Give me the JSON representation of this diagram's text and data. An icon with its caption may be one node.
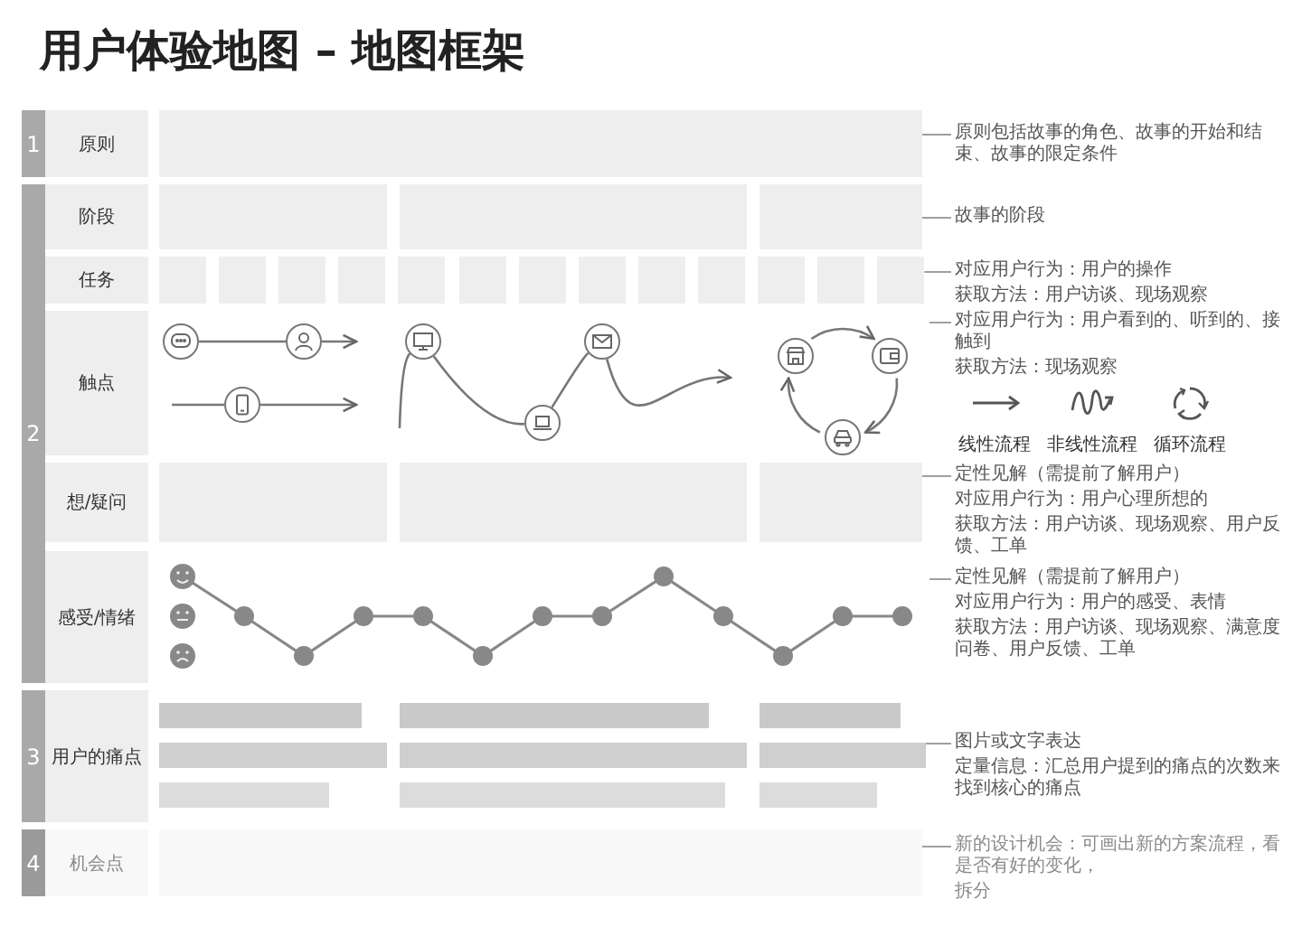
{
  "diagram": {
    "title": "用户体验地图 – 地图框架",
    "nodes": [
      {
        "text": [
          "1"
        ]
      },
      {
        "text": [
          "原则"
        ]
      },
      {
        "text": [
          "原则包括故事的角色、故事的开始和结束、故事的限定条件"
        ]
      },
      {
        "text": [
          "2"
        ]
      },
      {
        "text": [
          "阶段"
        ]
      },
      {
        "text": [
          "故事的阶段"
        ]
      },
      {
        "text": [
          "任务"
        ]
      },
      {
        "text": [
          "对应用户行为：用户的操作",
          "获取方法：用户访谈、现场观察"
        ]
      },
      {
        "text": [
          "触点"
        ]
      },
      {
        "text": [],
        "shape": "circle"
      },
      {
        "text": [],
        "shape": "circle"
      },
      {
        "text": [],
        "shape": "circle"
      },
      {
        "text": [],
        "shape": "circle"
      },
      {
        "text": [],
        "shape": "circle"
      },
      {
        "text": [],
        "shape": "circle"
      },
      {
        "text": [],
        "shape": "circle"
      },
      {
        "text": [],
        "shape": "circle"
      },
      {
        "text": [],
        "shape": "circle"
      },
      {
        "text": [
          "对应用户行为：用户看到的、听到的、接触到",
          "获取方法：现场观察"
        ]
      },
      {
        "text": [
          "想/疑问"
        ]
      },
      {
        "text": [
          "定性见解（需提前了解用户）",
          "对应用户行为：用户心理所想的",
          "获取方法：用户访谈、现场观察、用户反馈、工单"
        ]
      },
      {
        "text": [
          "感受/情绪"
        ]
      },
      {
        "text": [
          "定性见解（需提前了解用户）",
          "对应用户行为：用户的感受、表情",
          "获取方法：用户访谈、现场观察、满意度问卷、用户反馈、工单"
        ]
      },
      {
        "text": [
          "3"
        ]
      },
      {
        "text": [
          "用户的痛点"
        ]
      },
      {
        "text": [
          "图片或文字表达",
          "定量信息：汇总用户提到的痛点的次数来找到核心的痛点"
        ]
      },
      {
        "text": [
          "4"
        ]
      },
      {
        "text": [
          "机会点"
        ]
      },
      {
        "text": [
          "新的设计机会：可画出新的方案流程，看是否有好的变化，",
          "拆分"
        ]
      },
      {
        "text": [],
        "shape": "box"
      },
      {
        "text": [],
        "shape": "box"
      },
      {
        "text": [],
        "shape": "box"
      },
      {
        "text": [],
        "shape": "box"
      },
      {
        "text": [],
        "shape": "box"
      },
      {
        "text": [],
        "shape": "box"
      },
      {
        "text": [],
        "shape": "box"
      },
      {
        "text": [],
        "shape": "box"
      },
      {
        "text": [],
        "shape": "box"
      },
      {
        "text": [],
        "shape": "box"
      },
      {
        "text": [],
        "shape": "box"
      },
      {
        "text": [],
        "shape": "box"
      },
      {
        "text": [],
        "shape": "box"
      },
      {
        "text": [],
        "shape": "box"
      },
      {
        "text": [],
        "shape": "box"
      },
      {
        "text": [],
        "shape": "box"
      },
      {
        "text": [],
        "shape": "box"
      },
      {
        "text": [],
        "shape": "box"
      },
      {
        "text": [],
        "shape": "box"
      },
      {
        "text": [],
        "shape": "box"
      },
      {
        "text": [],
        "shape": "box"
      },
      {
        "text": [],
        "shape": "box"
      },
      {
        "text": [],
        "shape": "box"
      },
      {
        "text": [],
        "shape": "box"
      },
      {
        "text": [],
        "shape": "box"
      },
      {
        "text": [],
        "shape": "box"
      },
      {
        "text": [],
        "shape": "box"
      },
      {
        "text": [],
        "shape": "box"
      },
      {
        "text": [],
        "shape": "box"
      },
      {
        "text": [],
        "shape": "box"
      }
    ],
    "edges": [
      {
        "from": 9,
        "to": 10,
        "arrow": "none"
      },
      {
        "from": 10,
        "to": null,
        "arrow": "to"
      },
      {
        "from": null,
        "to": 15,
        "arrow": "none"
      },
      {
        "from": 15,
        "to": null,
        "arrow": "to"
      },
      {
        "from": null,
        "to": 11,
        "arrow": "none"
      },
      {
        "from": 11,
        "to": 16,
        "arrow": "none"
      },
      {
        "from": 16,
        "to": 12,
        "arrow": "none"
      },
      {
        "from": 12,
        "to": null,
        "arrow": "to"
      },
      {
        "from": 13,
        "to": 14,
        "arrow": "to"
      },
      {
        "from": 14,
        "to": 17,
        "arrow": "to"
      },
      {
        "from": 17,
        "to": 13,
        "arrow": "to"
      },
      {
        "from": 2,
        "to": 29,
        "arrow": "none"
      },
      {
        "from": 5,
        "to": 30,
        "arrow": "none"
      },
      {
        "from": 7,
        "to": 31,
        "arrow": "none"
      },
      {
        "from": 18,
        "to": null,
        "arrow": "none"
      },
      {
        "from": 20,
        "to": 32,
        "arrow": "none"
      },
      {
        "from": 22,
        "to": null,
        "arrow": "none"
      },
      {
        "from": 25,
        "to": 33,
        "arrow": "none"
      },
      {
        "from": 28,
        "to": 34,
        "arrow": "none"
      }
    ],
    "legend": [
      {
        "text": "线性流程"
      },
      {
        "text": "非线性流程"
      },
      {
        "text": "循环流程"
      }
    ]
  }
}
